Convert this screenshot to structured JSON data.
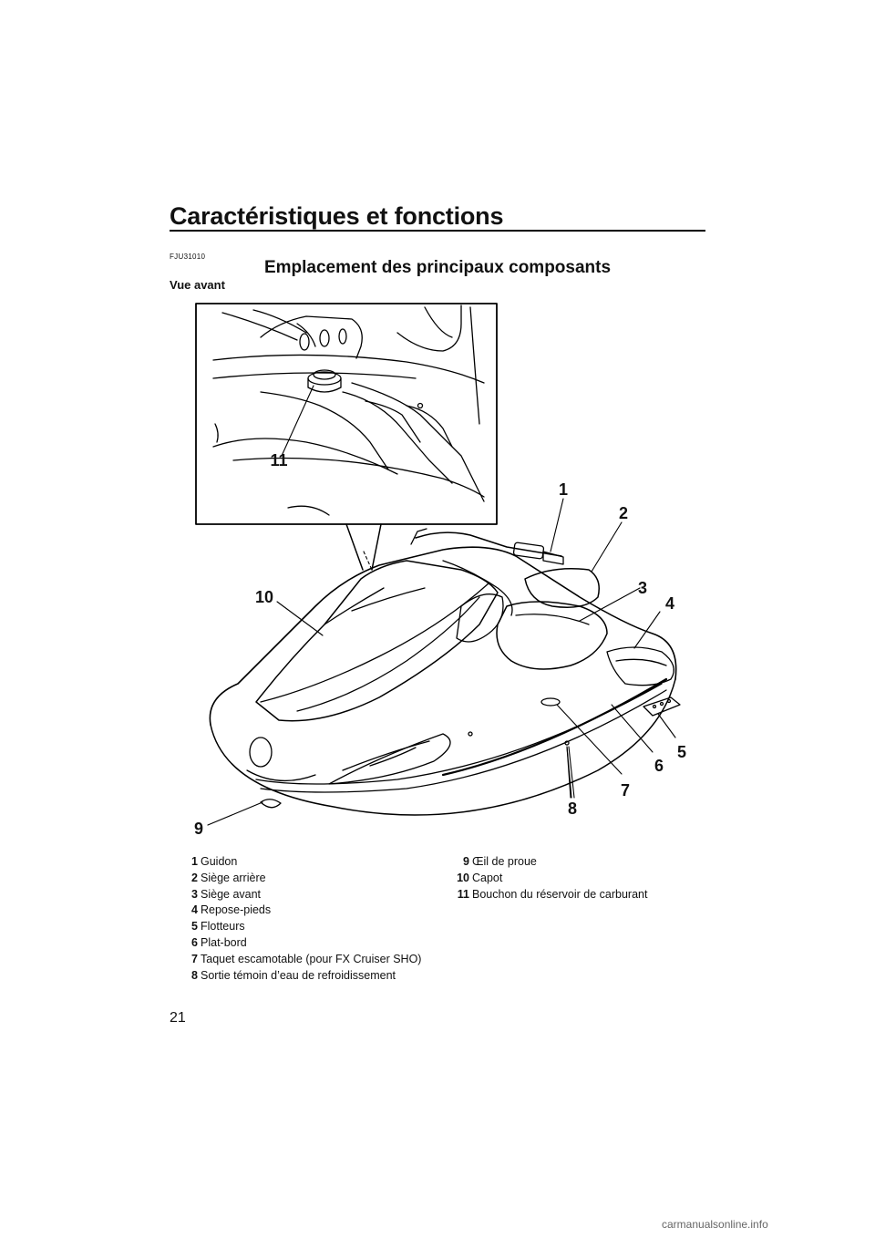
{
  "header": {
    "chapter_title": "Caractéristiques et fonctions"
  },
  "section": {
    "ref_code": "FJU31010",
    "title": "Emplacement des principaux composants",
    "subtitle": "Vue avant"
  },
  "figure": {
    "callouts": [
      "1",
      "2",
      "3",
      "4",
      "5",
      "6",
      "7",
      "8",
      "9",
      "10",
      "11"
    ]
  },
  "legend": [
    {
      "num": "1",
      "label": "Guidon"
    },
    {
      "num": "2",
      "label": "Siège arrière"
    },
    {
      "num": "3",
      "label": "Siège avant"
    },
    {
      "num": "4",
      "label": "Repose-pieds"
    },
    {
      "num": "5",
      "label": "Flotteurs"
    },
    {
      "num": "6",
      "label": "Plat-bord"
    },
    {
      "num": "7",
      "label": "Taquet escamotable (pour FX Cruiser SHO)"
    },
    {
      "num": "8",
      "label": "Sortie témoin d’eau de refroidissement"
    },
    {
      "num": "9",
      "label": "Œil de proue"
    },
    {
      "num": "10",
      "label": "Capot"
    },
    {
      "num": "11",
      "label": "Bouchon du réservoir de carburant"
    }
  ],
  "footer": {
    "page_number": "21",
    "watermark": "carmanualsonline.info"
  }
}
